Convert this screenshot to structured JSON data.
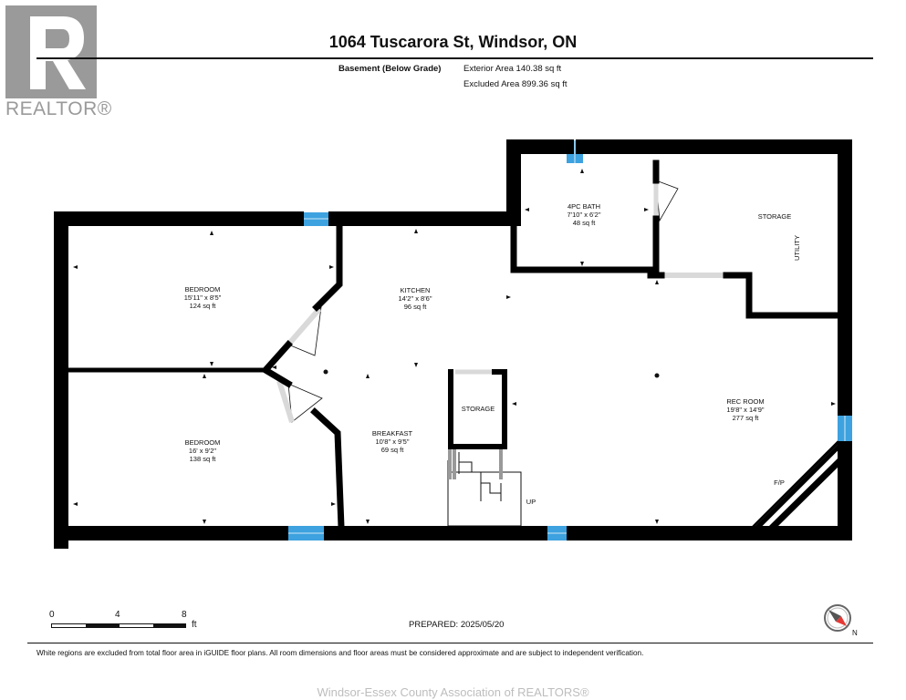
{
  "logo": {
    "text": "REALTOR®",
    "mark": "R"
  },
  "title": "1064 Tuscarora St, Windsor, ON",
  "level": {
    "name": "Basement (Below Grade)",
    "exterior_area": "Exterior Area 140.38 sq ft",
    "excluded_area": "Excluded Area 899.36 sq ft"
  },
  "rooms": {
    "bedroom1": {
      "name": "BEDROOM",
      "dims": "15'11\" x 8'5\"",
      "area": "124 sq ft"
    },
    "bedroom2": {
      "name": "BEDROOM",
      "dims": "16' x 9'2\"",
      "area": "138 sq ft"
    },
    "kitchen": {
      "name": "KITCHEN",
      "dims": "14'2\" x 8'6\"",
      "area": "96 sq ft"
    },
    "breakfast": {
      "name": "BREAKFAST",
      "dims": "10'8\" x 9'5\"",
      "area": "69 sq ft"
    },
    "bath": {
      "name": "4PC BATH",
      "dims": "7'10\" x 6'2\"",
      "area": "48 sq ft"
    },
    "storage_right": {
      "name": "STORAGE"
    },
    "storage_center": {
      "name": "STORAGE"
    },
    "utility": {
      "name": "UTILITY"
    },
    "rec_room": {
      "name": "REC ROOM",
      "dims": "19'8\" x 14'9\"",
      "area": "277 sq ft"
    },
    "fireplace": {
      "name": "F/P"
    },
    "stairs": {
      "name": "UP"
    }
  },
  "scale": {
    "ticks": [
      "0",
      "4",
      "8"
    ],
    "unit": "ft"
  },
  "prepared": "PREPARED: 2025/05/20",
  "disclaimer": "White regions are excluded from total floor area in iGUIDE floor plans. All room dimensions and floor areas must be considered approximate and are subject to independent verification.",
  "footer": "Windsor-Essex County Association of REALTORS®",
  "colors": {
    "wall": "#000000",
    "window": "#3da2df",
    "door": "#d9d9d9",
    "logo": "#9a9a9a",
    "compass": "#e53935"
  }
}
